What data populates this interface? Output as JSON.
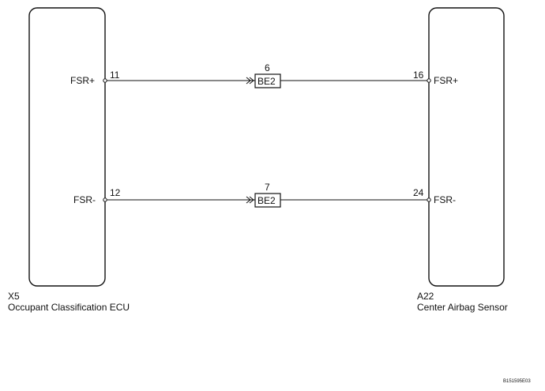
{
  "left_component": {
    "code": "X5",
    "name": "Occupant Classification ECU",
    "pins": [
      {
        "label": "FSR+",
        "number": "11"
      },
      {
        "label": "FSR-",
        "number": "12"
      }
    ]
  },
  "right_component": {
    "code": "A22",
    "name": "Center Airbag Sensor",
    "pins": [
      {
        "label": "FSR+",
        "number": "16"
      },
      {
        "label": "FSR-",
        "number": "24"
      }
    ]
  },
  "connectors": [
    {
      "pin": "6",
      "name": "BE2"
    },
    {
      "pin": "7",
      "name": "BE2"
    }
  ],
  "figure_code": "B151595E03"
}
